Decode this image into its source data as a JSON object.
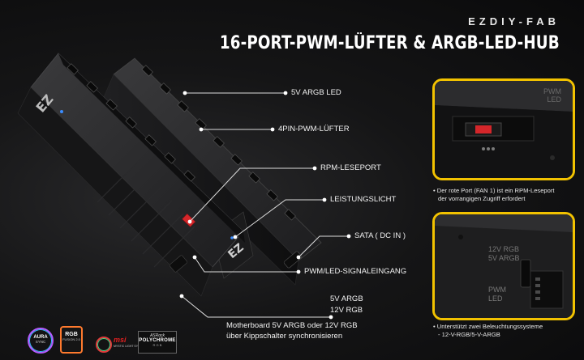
{
  "header": {
    "brand": "EZDIY-FAB",
    "headline": "16-PORT-PWM-LÜFTER & ARGB-LED-HUB"
  },
  "callouts": {
    "argb_led": "5V ARGB LED",
    "pwm_fan": "4PIN-PWM-LÜFTER",
    "rpm_port": "RPM-LESEPORT",
    "power_light": "LEISTUNGSLICHT",
    "sata": "SATA ( DC IN )",
    "pwm_led_input": "PWM/LED-SIGNALEINGANG",
    "v5_argb": "5V ARGB",
    "v12_rgb": "12V RGB",
    "switch_line1": "Motherboard 5V ARGB oder 12V RGB",
    "switch_line2": "über Kippschalter synchronisieren"
  },
  "panels": {
    "top": {
      "engraving_line1": "PWM",
      "engraving_line2": "LED",
      "caption_line1": "• Der rote Port (FAN 1) ist ein RPM-Leseport",
      "caption_line2": "der vorrangigen Zugriff erfordert"
    },
    "bottom": {
      "engraving_line1": "12V RGB",
      "engraving_line2": "5V ARGB",
      "engraving_line3": "PWM",
      "engraving_line4": "LED",
      "caption_line1": "• Unterstützt zwei Beleuchtungssysteme",
      "caption_line2": "- 12-V-RGB/5-V-ARGB"
    }
  },
  "logos": {
    "aura_top": "AURA",
    "aura_bottom": "SYNC",
    "rgb_top": "RGB",
    "rgb_bottom": "FUSION 2.0",
    "msi": "msi",
    "msi_sub": "MYSTIC LIGHT SYNC",
    "asrock": "ASRock",
    "polychrome": "POLYCHROME",
    "polychrome_sub": "R G B"
  },
  "colors": {
    "accent_yellow": "#f2c200",
    "port_red": "#d4262a",
    "status_blue": "#3b8cff",
    "background": "#141415"
  }
}
